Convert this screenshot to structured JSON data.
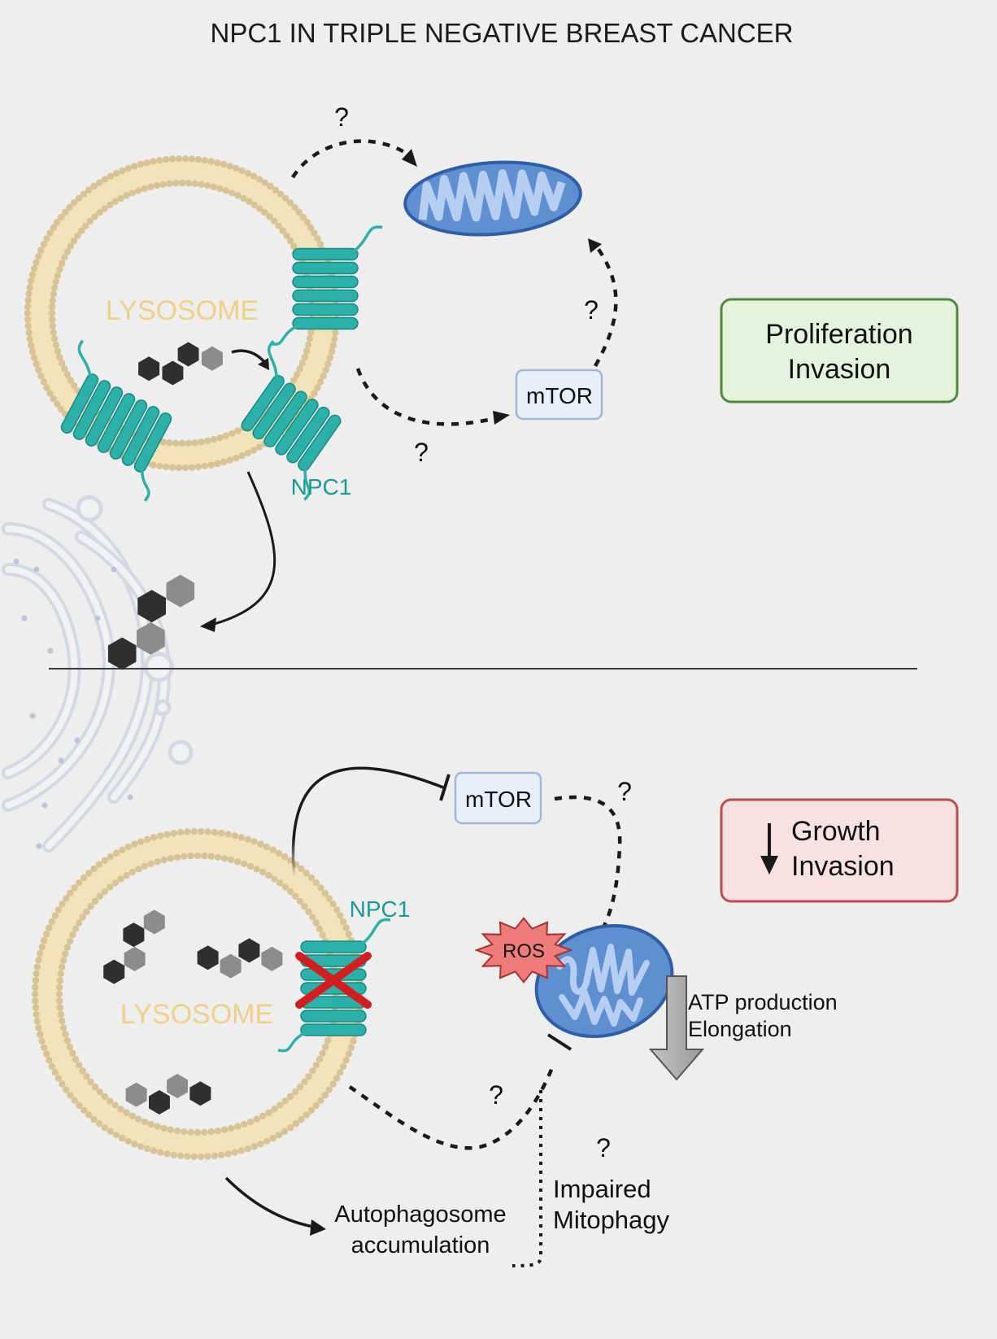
{
  "title": "NPC1 IN TRIPLE NEGATIVE BREAST CANCER",
  "top": {
    "lysosome_label": "LYSOSOME",
    "npc1_label": "NPC1",
    "mtor_label": "mTOR",
    "question_mark": "?",
    "outcome_line1": "Proliferation",
    "outcome_line2": "Invasion"
  },
  "bottom": {
    "lysosome_label": "LYSOSOME",
    "npc1_label": "NPC1",
    "mtor_label": "mTOR",
    "ros_label": "ROS",
    "question_mark": "?",
    "outcome_line1": "Growth",
    "outcome_line2": "Invasion",
    "atp_line1": "ATP production",
    "atp_line2": "Elongation",
    "autophagosome_line1": "Autophagosome",
    "autophagosome_line2": "accumulation",
    "mitophagy_line1": "Impaired",
    "mitophagy_line2": "Mitophagy"
  },
  "colors": {
    "background": "#eeeeee",
    "membrane": "#d8c394",
    "membrane_inner": "#f2e3b8",
    "npc1": "#2bb0aa",
    "npc1_stroke": "#1a8985",
    "mitochondria_fill": "#5d8fd1",
    "mitochondria_stroke": "#2f5ea8",
    "mitochondria_inner": "#b6cff0",
    "mtor_fill": "#e7effb",
    "mtor_stroke": "#9fb6dd",
    "green_box_fill": "#e4f3dc",
    "green_box_stroke": "#4f8a36",
    "red_box_fill": "#f7e1e1",
    "red_box_stroke": "#c24a4a",
    "ros_fill": "#ef7b7b",
    "cross": "#d21e1e",
    "cholesterol_dark": "#2f2f2f",
    "cholesterol_light": "#8c8c8c"
  }
}
